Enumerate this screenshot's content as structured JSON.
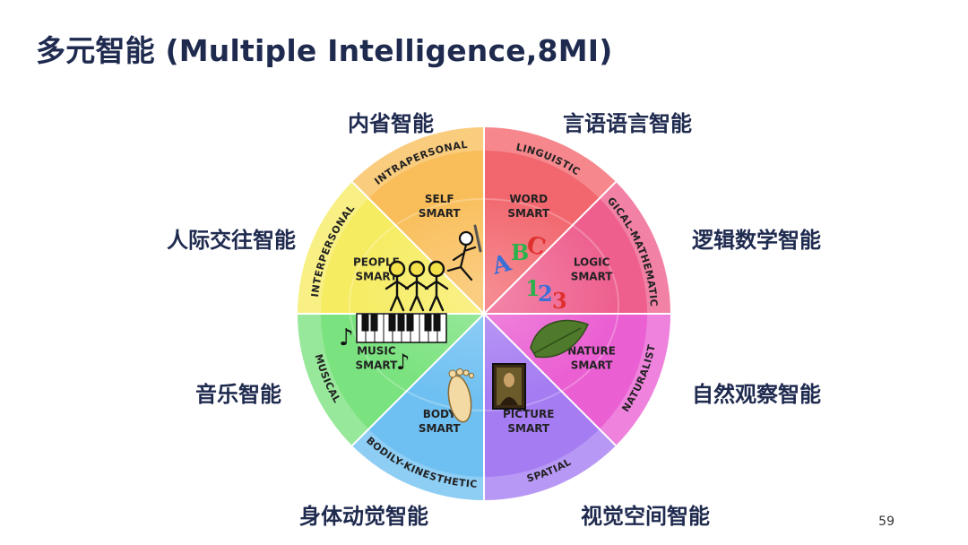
{
  "title": "多元智能 (Multiple Intelligence,8MI)",
  "page_number": "59",
  "intelligences": [
    {
      "cn": "言语语言智能",
      "outer": "LINGUISTIC",
      "inner1": "WORD",
      "inner2": "SMART",
      "color": "#f2666e"
    },
    {
      "cn": "逻辑数学智能",
      "outer": "LOGICAL-MATHEMATICAL",
      "inner1": "LOGIC",
      "inner2": "SMART",
      "color": "#ee5f8e"
    },
    {
      "cn": "自然观察智能",
      "outer": "NATURALIST",
      "inner1": "NATURE",
      "inner2": "SMART",
      "color": "#ea5fd2"
    },
    {
      "cn": "视觉空间智能",
      "outer": "SPATIAL",
      "inner1": "PICTURE",
      "inner2": "SMART",
      "color": "#a57cf2"
    },
    {
      "cn": "身体动觉智能",
      "outer": "BODILY-KINESTHETIC",
      "inner1": "BODY",
      "inner2": "SMART",
      "color": "#6fc0f2"
    },
    {
      "cn": "音乐智能",
      "outer": "MUSICAL",
      "inner1": "MUSIC",
      "inner2": "SMART",
      "color": "#7ae27e"
    },
    {
      "cn": "人际交往智能",
      "outer": "INTERPERSONAL",
      "inner1": "PEOPLE",
      "inner2": "SMART",
      "color": "#f6ec62"
    },
    {
      "cn": "内省智能",
      "outer": "INTRAPERSONAL",
      "inner1": "SELF",
      "inner2": "SMART",
      "color": "#f9be5a"
    }
  ],
  "decorations": {
    "letters": "ABC",
    "digits": "123",
    "music_notes": [
      "♪",
      "♪"
    ]
  }
}
